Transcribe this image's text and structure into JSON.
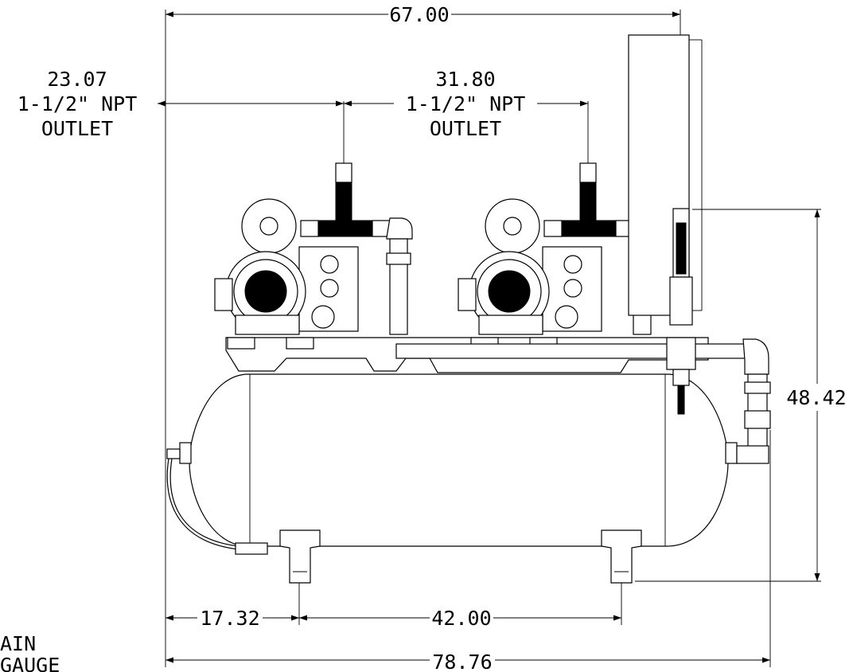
{
  "dimensions": {
    "overall_top": "67.00",
    "outlet_left": {
      "value": "23.07",
      "size": "1-1/2\" NPT",
      "label": "OUTLET"
    },
    "outlet_right": {
      "value": "31.80",
      "size": "1-1/2\" NPT",
      "label": "OUTLET"
    },
    "height": "48.42",
    "leg_offset": "17.32",
    "leg_spacing": "42.00",
    "overall_bottom": "78.76"
  },
  "callouts": {
    "drain_line1": "AIN",
    "drain_line2": "GAUGE"
  }
}
